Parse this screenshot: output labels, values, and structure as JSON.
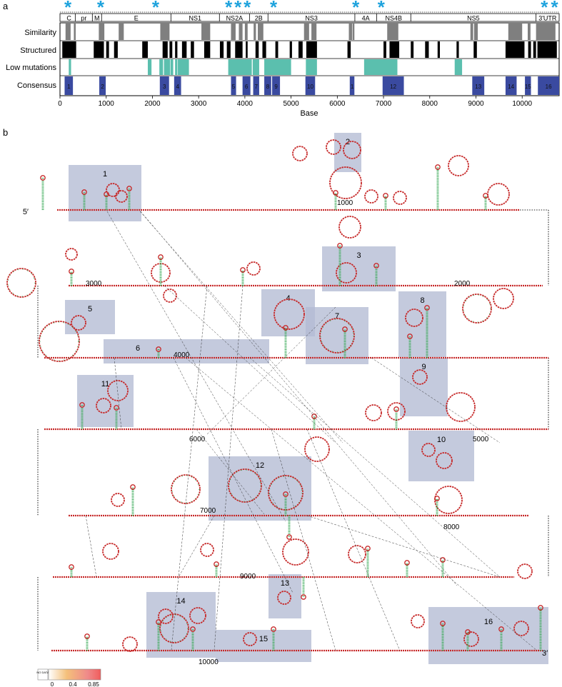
{
  "panel_a": {
    "label": "a",
    "row_labels": [
      "Similarity",
      "Structured",
      "Low mutations",
      "Consensus"
    ],
    "genes": [
      {
        "name": "C",
        "start": 60,
        "end": 330
      },
      {
        "name": "pr",
        "start": 330,
        "end": 700
      },
      {
        "name": "M",
        "start": 700,
        "end": 900
      },
      {
        "name": "E",
        "start": 900,
        "end": 2400
      },
      {
        "name": "NS1",
        "start": 2400,
        "end": 3450
      },
      {
        "name": "NS2A",
        "start": 3450,
        "end": 4100
      },
      {
        "name": "2B",
        "start": 4100,
        "end": 4500
      },
      {
        "name": "NS3",
        "start": 4500,
        "end": 6380
      },
      {
        "name": "4A",
        "start": 6380,
        "end": 6850
      },
      {
        "name": "NS4B",
        "start": 6850,
        "end": 7590
      },
      {
        "name": "NS5",
        "start": 7590,
        "end": 10300
      },
      {
        "name": "3'UTR",
        "start": 10300,
        "end": 10800
      }
    ],
    "star_symbol": "*",
    "stars_at": [
      170,
      880,
      2070,
      3650,
      3850,
      4050,
      4620,
      6400,
      6950,
      10480,
      10700
    ],
    "similarity": [
      [
        120,
        230
      ],
      [
        300,
        340
      ],
      [
        840,
        960
      ],
      [
        1270,
        1380
      ],
      [
        2170,
        2370
      ],
      [
        3060,
        3250
      ],
      [
        3700,
        3800
      ],
      [
        3870,
        3950
      ],
      [
        4000,
        4060
      ],
      [
        4190,
        4240
      ],
      [
        4280,
        4400
      ],
      [
        5280,
        5390
      ],
      [
        5440,
        5550
      ],
      [
        6250,
        6320
      ],
      [
        6330,
        6370
      ],
      [
        7080,
        7320
      ],
      [
        8880,
        8940
      ],
      [
        8960,
        9040
      ],
      [
        9700,
        10000
      ],
      [
        10120,
        10180
      ],
      [
        10300,
        10720
      ]
    ],
    "structured": [
      [
        50,
        350
      ],
      [
        730,
        950
      ],
      [
        1000,
        1060
      ],
      [
        1170,
        1250
      ],
      [
        1780,
        1900
      ],
      [
        2220,
        2330
      ],
      [
        2370,
        2430
      ],
      [
        2490,
        2540
      ],
      [
        2640,
        2740
      ],
      [
        2830,
        2900
      ],
      [
        3120,
        3250
      ],
      [
        3460,
        3540
      ],
      [
        3610,
        3690
      ],
      [
        3790,
        3950
      ],
      [
        4020,
        4060
      ],
      [
        4230,
        4300
      ],
      [
        4380,
        4460
      ],
      [
        4660,
        4720
      ],
      [
        4970,
        5020
      ],
      [
        5160,
        5250
      ],
      [
        5330,
        5560
      ],
      [
        6220,
        6290
      ],
      [
        7000,
        7060
      ],
      [
        7130,
        7340
      ],
      [
        7590,
        7650
      ],
      [
        7900,
        7980
      ],
      [
        8170,
        8220
      ],
      [
        8580,
        8630
      ],
      [
        8950,
        9020
      ],
      [
        9640,
        10050
      ],
      [
        10130,
        10190
      ],
      [
        10240,
        10300
      ],
      [
        10330,
        10750
      ]
    ],
    "low_mutations": [
      [
        190,
        240
      ],
      [
        1900,
        1980
      ],
      [
        2150,
        2230
      ],
      [
        2250,
        2380
      ],
      [
        2390,
        2450
      ],
      [
        2490,
        2540
      ],
      [
        2550,
        2790
      ],
      [
        3640,
        4150
      ],
      [
        4170,
        4310
      ],
      [
        4420,
        5000
      ],
      [
        5320,
        5560
      ],
      [
        6580,
        7300
      ],
      [
        8540,
        8700
      ]
    ],
    "consensus": [
      {
        "label": "1",
        "start": 100,
        "end": 280
      },
      {
        "label": "2",
        "start": 850,
        "end": 990
      },
      {
        "label": "3",
        "start": 2160,
        "end": 2360
      },
      {
        "label": "4",
        "start": 2470,
        "end": 2620
      },
      {
        "label": "5",
        "start": 3700,
        "end": 3810
      },
      {
        "label": "6",
        "start": 3950,
        "end": 4120
      },
      {
        "label": "7",
        "start": 4180,
        "end": 4310
      },
      {
        "label": "8",
        "start": 4420,
        "end": 4570
      },
      {
        "label": "9",
        "start": 4590,
        "end": 4760
      },
      {
        "label": "10",
        "start": 5310,
        "end": 5520
      },
      {
        "label": "1",
        "start": 6270,
        "end": 6370
      },
      {
        "label": "12",
        "start": 6980,
        "end": 7440
      },
      {
        "label": "13",
        "start": 8920,
        "end": 9180
      },
      {
        "label": "14",
        "start": 9640,
        "end": 9880
      },
      {
        "label": "15",
        "start": 10060,
        "end": 10190
      },
      {
        "label": "16",
        "start": 10340,
        "end": 10800
      }
    ],
    "axis": {
      "min": 0,
      "max": 10800,
      "ticks": [
        0,
        1000,
        2000,
        3000,
        4000,
        5000,
        6000,
        7000,
        8000,
        9000,
        10000
      ],
      "xlabel": "Base"
    },
    "colors": {
      "similarity": "#7f7f7f",
      "structured": "#000000",
      "low_mutations": "#5bbfae",
      "consensus": "#3a4aa0",
      "star": "#1fa3dd"
    }
  },
  "panel_b": {
    "label": "b",
    "end_labels": [
      "5′",
      "3′"
    ],
    "position_labels": [
      "1000",
      "2000",
      "3000",
      "4000",
      "5000",
      "6000",
      "7000",
      "8000",
      "9000",
      "10000"
    ],
    "region_labels": [
      "1",
      "2",
      "3",
      "4",
      "5",
      "6",
      "7",
      "8",
      "9",
      "10",
      "11",
      "12",
      "13",
      "14",
      "15",
      "16"
    ],
    "colorbar": {
      "no_data": "NO DATA",
      "ticks": [
        "0",
        "0.4",
        "0.85"
      ],
      "colors": [
        "#ffffff",
        "#f4c07a",
        "#ef8a8a",
        "#f05c5c"
      ]
    },
    "colors": {
      "box": "#b3bbd3",
      "backbone": "#c62828",
      "stem": "#34a853"
    }
  }
}
